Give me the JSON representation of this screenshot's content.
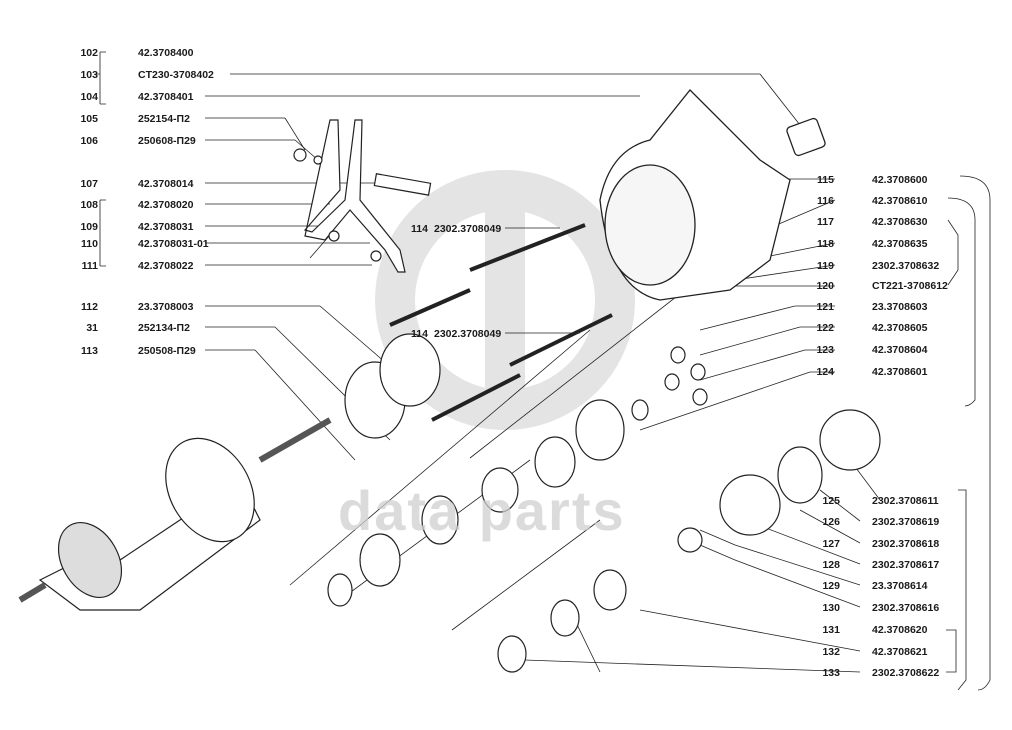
{
  "watermark": {
    "text": "data parts"
  },
  "left_labels": [
    {
      "num": "102",
      "code": "42.3708400"
    },
    {
      "num": "103",
      "code": "CT230-3708402"
    },
    {
      "num": "104",
      "code": "42.3708401"
    },
    {
      "num": "105",
      "code": "252154-П2"
    },
    {
      "num": "106",
      "code": "250608-П29"
    },
    {
      "num": "107",
      "code": "42.3708014"
    },
    {
      "num": "108",
      "code": "42.3708020"
    },
    {
      "num": "109",
      "code": "42.3708031"
    },
    {
      "num": "110",
      "code": "42.3708031-01"
    },
    {
      "num": "111",
      "code": "42.3708022"
    },
    {
      "num": "112",
      "code": "23.3708003"
    },
    {
      "num": "31",
      "code": "252134-П2"
    },
    {
      "num": "113",
      "code": "250508-П29"
    }
  ],
  "mid_labels": [
    {
      "num": "114",
      "code": "2302.3708049"
    },
    {
      "num": "114",
      "code": "2302.3708049"
    }
  ],
  "right_labels": [
    {
      "num": "115",
      "code": "42.3708600"
    },
    {
      "num": "116",
      "code": "42.3708610"
    },
    {
      "num": "117",
      "code": "42.3708630"
    },
    {
      "num": "118",
      "code": "42.3708635"
    },
    {
      "num": "119",
      "code": "2302.3708632"
    },
    {
      "num": "120",
      "code": "CT221-3708612"
    },
    {
      "num": "121",
      "code": "23.3708603"
    },
    {
      "num": "122",
      "code": "42.3708605"
    },
    {
      "num": "123",
      "code": "42.3708604"
    },
    {
      "num": "124",
      "code": "42.3708601"
    }
  ],
  "lower_labels": [
    {
      "num": "125",
      "code": "2302.3708611"
    },
    {
      "num": "126",
      "code": "2302.3708619"
    },
    {
      "num": "127",
      "code": "2302.3708618"
    },
    {
      "num": "128",
      "code": "2302.3708617"
    },
    {
      "num": "129",
      "code": "23.3708614"
    },
    {
      "num": "130",
      "code": "2302.3708616"
    },
    {
      "num": "131",
      "code": "42.3708620"
    },
    {
      "num": "132",
      "code": "42.3708621"
    },
    {
      "num": "133",
      "code": "2302.3708622"
    }
  ]
}
